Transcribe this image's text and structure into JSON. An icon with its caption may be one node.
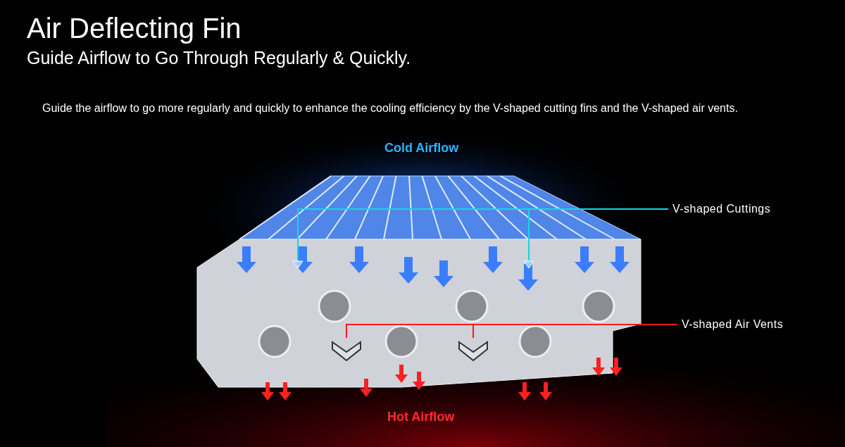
{
  "diagram": {
    "title": "Air Deflecting Fin",
    "nodes": [
      {
        "text": [
          "V-shaped Cuttings"
        ]
      },
      {
        "text": [],
        "shape": "picture"
      },
      {
        "text": [],
        "shape": "picture"
      },
      {
        "text": [
          "V-shaped Air Vents"
        ]
      },
      {
        "text": [],
        "shape": "picture"
      },
      {
        "text": [],
        "shape": "picture"
      }
    ],
    "edges": [
      {
        "from": 0,
        "to": 1,
        "arrow": "none"
      },
      {
        "from": 0,
        "to": 2,
        "arrow": "none"
      },
      {
        "from": 3,
        "to": 4,
        "arrow": "none",
        "color": "#ff1a1a"
      },
      {
        "from": 3,
        "to": 5,
        "arrow": "none",
        "color": "#ff1a1a"
      }
    ],
    "labels": [
      "Guide Airflow to Go Through Regularly & Quickly.",
      "Guide the airflow to go more regularly and quickly to enhance the cooling efficiency by the V-shaped cutting fins and the V-shaped air vents.",
      "Cold Airflow",
      "Hot Airflow"
    ]
  }
}
